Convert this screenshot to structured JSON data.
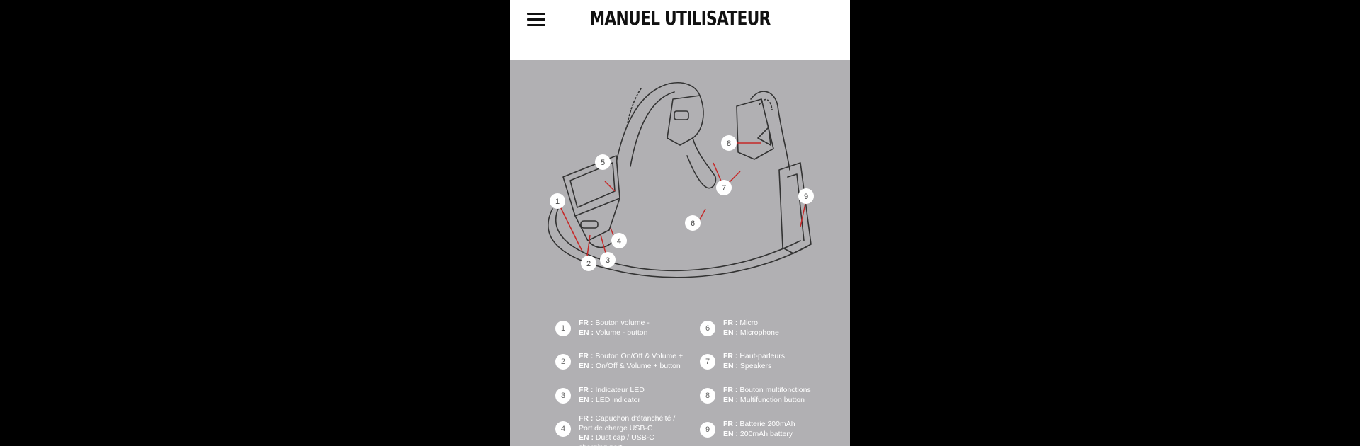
{
  "header": {
    "title": "MANUEL UTILISATEUR",
    "menu_icon": "hamburger-menu-icon"
  },
  "diagram": {
    "callouts": [
      "1",
      "2",
      "3",
      "4",
      "5",
      "6",
      "7",
      "8",
      "9"
    ],
    "colors": {
      "outline": "#333333",
      "leader_line": "#c62828",
      "background": "#b1b0b3"
    }
  },
  "legend": {
    "fr_prefix": "FR :",
    "en_prefix": "EN :",
    "items": [
      {
        "num": "1",
        "fr": "Bouton volume -",
        "en": "Volume - button"
      },
      {
        "num": "2",
        "fr": "Bouton On/Off & Volume +",
        "en": "On/Off & Volume + button"
      },
      {
        "num": "3",
        "fr": "Indicateur LED",
        "en": "LED indicator"
      },
      {
        "num": "4",
        "fr": "Capuchon d'étanchéité / Port de charge USB-C",
        "en": "Dust cap / USB-C charging port"
      },
      {
        "num": "6",
        "fr": "Micro",
        "en": "Microphone"
      },
      {
        "num": "7",
        "fr": "Haut-parleurs",
        "en": "Speakers"
      },
      {
        "num": "8",
        "fr": "Bouton multifonctions",
        "en": "Multifunction button"
      },
      {
        "num": "9",
        "fr": "Batterie 200mAh",
        "en": "200mAh battery"
      }
    ]
  }
}
